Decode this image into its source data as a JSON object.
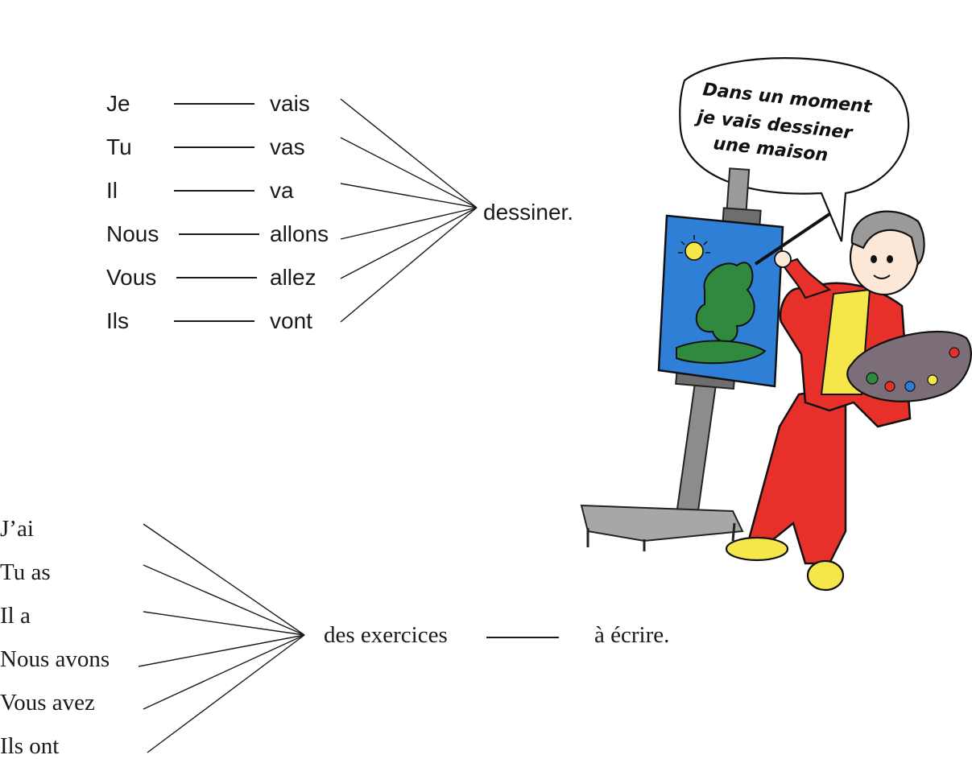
{
  "section1": {
    "subjects": [
      "Je",
      "Tu",
      "Il",
      "Nous",
      "Vous",
      "Ils"
    ],
    "verbs": [
      "vais",
      "vas",
      "va",
      "allons",
      "allez",
      "vont"
    ],
    "infinitive": "dessiner."
  },
  "section2": {
    "subjects": [
      "J’ai",
      "Tu as",
      "Il a",
      "Nous avons",
      "Vous avez",
      "Ils ont"
    ],
    "object": "des exercices",
    "completion": "à écrire."
  },
  "illustration": {
    "speech_bubble": [
      "Dans un moment",
      "je vais dessiner",
      "une maison"
    ],
    "colors": {
      "jacket": "#e8302a",
      "shirt": "#f5e64a",
      "hair": "#9a9a9a",
      "canvas": "#2f7fd6",
      "tree": "#2f8a3f",
      "easel": "#8c8c8c",
      "palette": "#7b6e78"
    }
  }
}
